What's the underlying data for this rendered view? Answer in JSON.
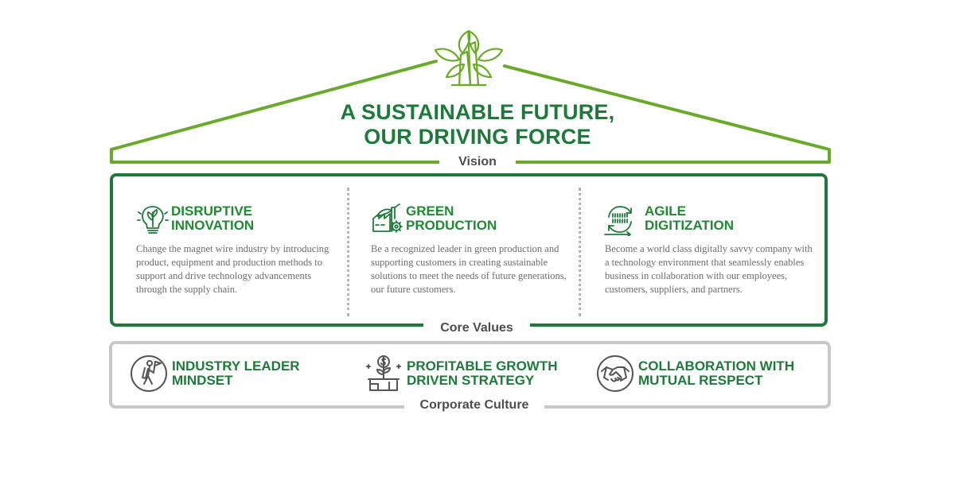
{
  "vision": {
    "title_line1": "A SUSTAINABLE FUTURE,",
    "title_line2": "OUR DRIVING FORCE",
    "label": "Vision"
  },
  "core_values": {
    "label": "Core Values",
    "items": [
      {
        "title_line1": "DISRUPTIVE",
        "title_line2": "INNOVATION",
        "icon": "lightbulb-leaf-icon",
        "description": "Change the magnet wire industry by introducing product, equipment and production methods to support and drive technology advancements through the supply chain."
      },
      {
        "title_line1": "GREEN",
        "title_line2": "PRODUCTION",
        "icon": "factory-leaf-icon",
        "description": "Be a recognized leader in green production and supporting customers in creating sustainable solutions to meet the needs of future generations, our future customers."
      },
      {
        "title_line1": "AGILE",
        "title_line2": "DIGITIZATION",
        "icon": "digital-cycle-icon",
        "description": "Become a world class digitally savvy company with a technology environment that seamlessly enables business in collaboration with our employees, customers, suppliers, and partners."
      }
    ]
  },
  "corporate_culture": {
    "label": "Corporate Culture",
    "items": [
      {
        "title_line1": "INDUSTRY LEADER",
        "title_line2": "MINDSET",
        "icon": "mountain-climber-flag-icon"
      },
      {
        "title_line1": "PROFITABLE GROWTH",
        "title_line2": "DRIVEN STRATEGY",
        "icon": "money-plant-growth-icon"
      },
      {
        "title_line1": "COLLABORATION WITH",
        "title_line2": "MUTUAL RESPECT",
        "icon": "handshake-icon"
      }
    ]
  },
  "colors": {
    "primary_green": "#1e7a3a",
    "bright_green": "#6aaa2a",
    "gray": "#c8c8c8",
    "text_gray": "#6d6d6d"
  }
}
